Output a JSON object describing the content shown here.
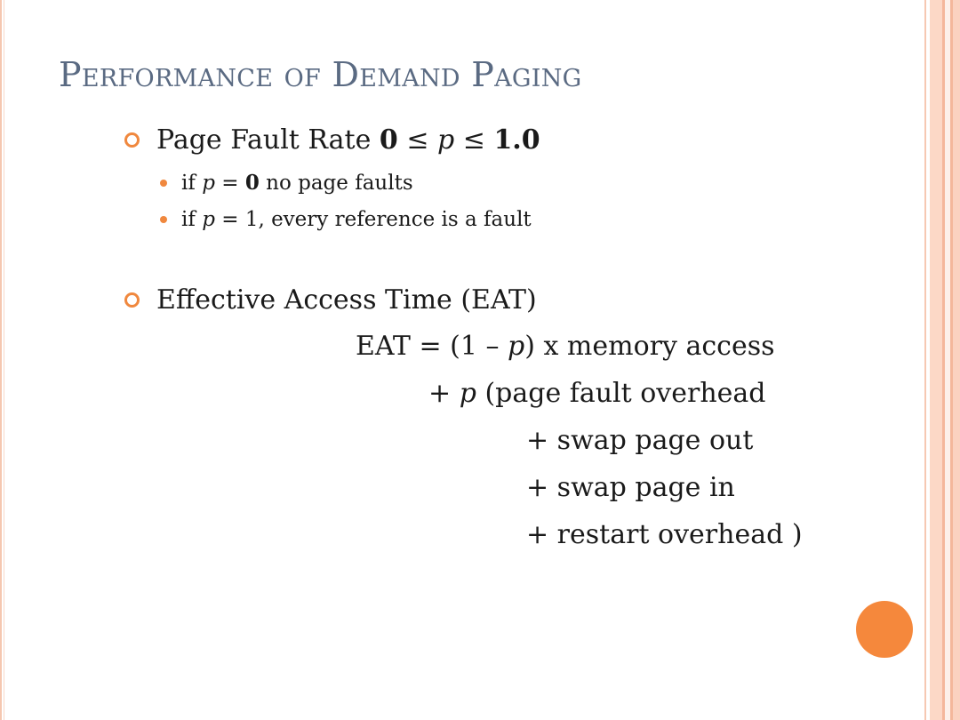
{
  "title": "Performance of Demand Paging",
  "bullets": {
    "b1": {
      "text": "Page Fault Rate ",
      "math_zero": "0",
      "math_le1": " ≤ ",
      "math_p": "p",
      "math_le2": " ≤ ",
      "math_one": "1.0"
    },
    "sub1": {
      "pre": "if ",
      "p": "p",
      "mid": " = ",
      "zero": "0",
      "post": " no page faults"
    },
    "sub2": {
      "pre": "if ",
      "p": "p",
      "post": " = 1, every reference is a fault"
    },
    "b2": {
      "text": "Effective Access Time (EAT)"
    }
  },
  "formula": {
    "line1_pre": "EAT = (1 – ",
    "line1_p": "p",
    "line1_post": ") x memory access",
    "line2_pre": "+ ",
    "line2_p": "p",
    "line2_post": " (page fault overhead",
    "line3": "+ swap page out",
    "line4": "+ swap page in",
    "line5": "+ restart overhead )"
  },
  "colors": {
    "title": "#5a6a82",
    "accent": "#f0883e",
    "stripe": "#fcd8c6"
  }
}
